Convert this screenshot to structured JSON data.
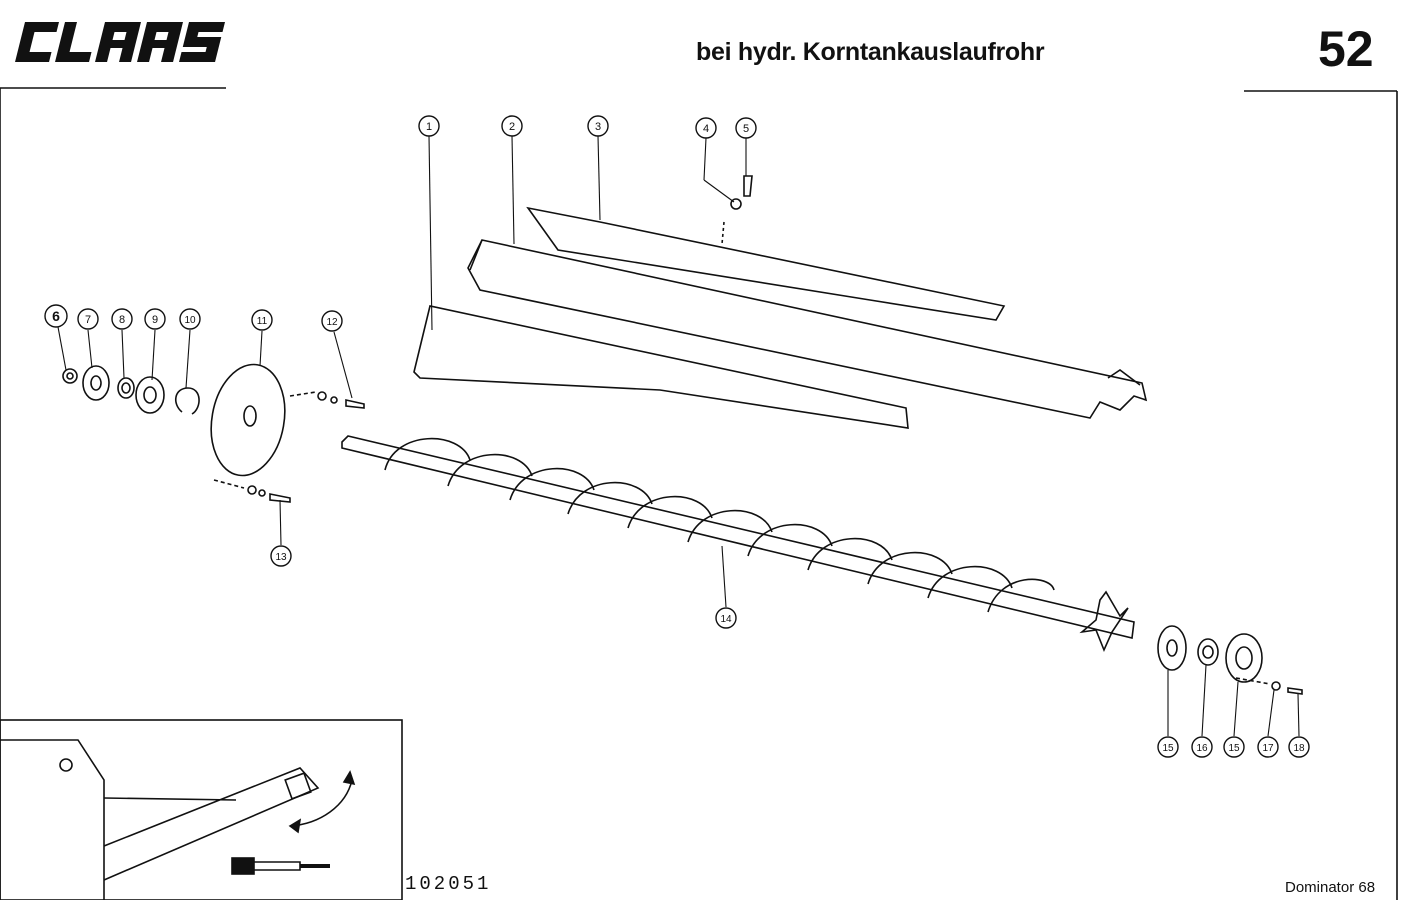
{
  "header": {
    "logo": "CLAAS",
    "title": "bei hydr. Korntankauslaufrohr",
    "page_number": "52"
  },
  "footer": {
    "document_number": "102051",
    "model": "Dominator 68"
  },
  "callouts": [
    "1",
    "2",
    "3",
    "4",
    "5",
    "6",
    "7",
    "8",
    "9",
    "10",
    "11",
    "12",
    "13",
    "14",
    "15",
    "16",
    "15",
    "17",
    "18"
  ]
}
